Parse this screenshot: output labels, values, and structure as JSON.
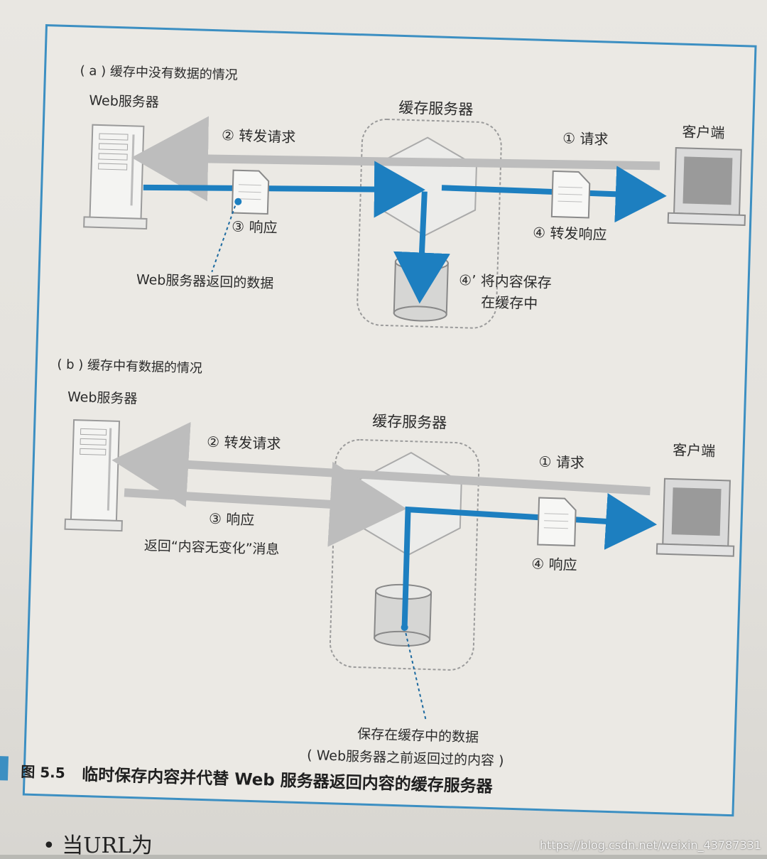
{
  "section_a": {
    "title": "( a ) 缓存中没有数据的情况",
    "web_server": "Web服务器",
    "cache_server": "缓存服务器",
    "client": "客户端",
    "step1": "① 请求",
    "step2": "② 转发请求",
    "step3": "③ 响应",
    "step4": "④ 转发响应",
    "step4p_line1": "④’ 将内容保存",
    "step4p_line2": "在缓存中",
    "note": "Web服务器返回的数据"
  },
  "section_b": {
    "title": "( b ) 缓存中有数据的情况",
    "web_server": "Web服务器",
    "cache_server": "缓存服务器",
    "client": "客户端",
    "step1": "① 请求",
    "step2": "② 转发请求",
    "step3": "③ 响应",
    "step3_note": "返回“内容无变化”消息",
    "step4": "④ 响应",
    "note_line1": "保存在缓存中的数据",
    "note_line2": "( Web服务器之前返回过的内容 )"
  },
  "caption": {
    "label": "图 5.5",
    "text": "临时保存内容并代替 Web 服务器返回内容的缓存服务器"
  },
  "below_text": "• 当URL为",
  "watermark": "https://blog.csdn.net/weixin_43787331",
  "colors": {
    "frame_blue": "#3c8fc2",
    "arrow_blue": "#1d7fc0",
    "arrow_gray": "#bdbdbd"
  }
}
